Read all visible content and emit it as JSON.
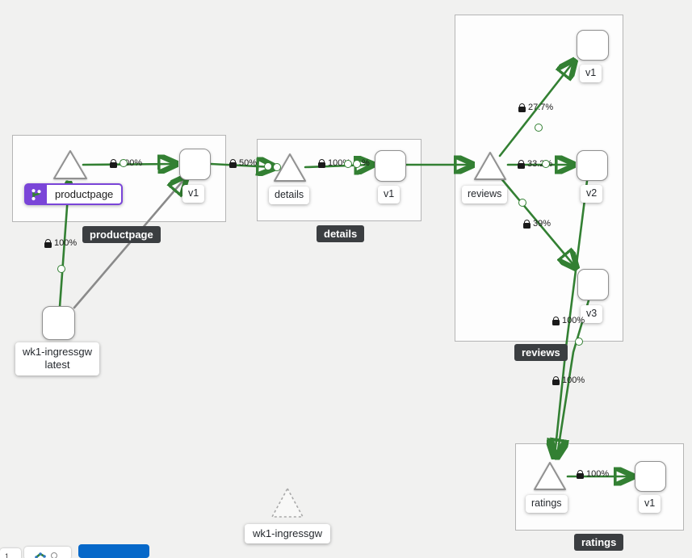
{
  "graph": {
    "groups": {
      "productpage": {
        "tooltip": "productpage"
      },
      "details": {
        "tooltip": "details"
      },
      "reviews": {
        "tooltip": "reviews"
      },
      "ratings": {
        "tooltip": "ratings"
      }
    },
    "nodes": {
      "productpage_service": "productpage",
      "productpage_v1": "v1",
      "details_service": "details",
      "details_v1": "v1",
      "reviews_service": "reviews",
      "reviews_v1": "v1",
      "reviews_v2": "v2",
      "reviews_v3": "v3",
      "ratings_service": "ratings",
      "ratings_v1": "v1",
      "ingress_workload_line1": "wk1-ingressgw",
      "ingress_workload_line2": "latest",
      "gateway_service": "wk1-ingressgw"
    },
    "edge_labels": {
      "ingress_to_productpage": "100%",
      "productpage_to_v1": "100%",
      "productpage_to_details": "50%",
      "details_to_v1": "100%",
      "productpage_to_reviews_fragment": "%",
      "reviews_to_v1": "27.7%",
      "reviews_to_v2": "33.2%",
      "reviews_to_v3": "39%",
      "reviews_v2_to_ratings": "100%",
      "reviews_v3_to_ratings": "100%",
      "ratings_to_v1": "100%"
    }
  },
  "toolbar": {
    "zoom_indicator": "1"
  },
  "colors": {
    "edge_green": "#338033",
    "edge_gray": "#8a8a8a",
    "badge_purple": "#7a45d8",
    "primary_button_blue": "#0668c9",
    "tooltip_dark": "#3b3e41"
  }
}
